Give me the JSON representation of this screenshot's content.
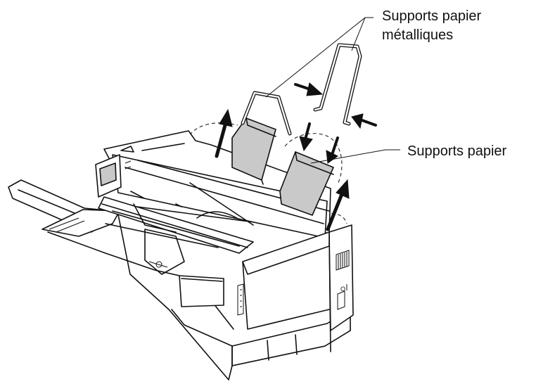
{
  "labels": {
    "metal_supports_line1": "Supports papier",
    "metal_supports_line2": "métalliques",
    "paper_supports": "Supports papier"
  },
  "colors": {
    "paper_support_fill": "#c9c9c9",
    "line": "#111111",
    "background": "#ffffff"
  }
}
